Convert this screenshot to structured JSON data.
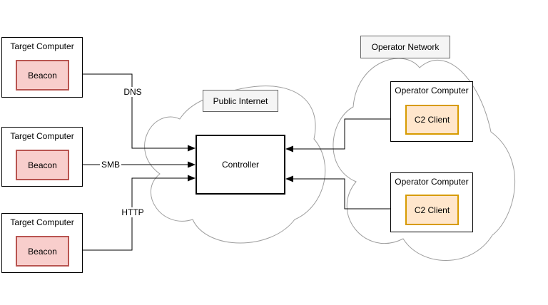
{
  "clouds": {
    "public": {
      "label": "Public Internet"
    },
    "operator": {
      "label": "Operator Network"
    }
  },
  "controller": {
    "label": "Controller"
  },
  "targets": [
    {
      "label": "Target Computer",
      "agent": "Beacon",
      "protocol": "DNS"
    },
    {
      "label": "Target Computer",
      "agent": "Beacon",
      "protocol": "SMB"
    },
    {
      "label": "Target Computer",
      "agent": "Beacon",
      "protocol": "HTTP"
    }
  ],
  "operators": [
    {
      "label": "Operator Computer",
      "client": "C2 Client"
    },
    {
      "label": "Operator Computer",
      "client": "C2 Client"
    }
  ],
  "colors": {
    "beacon_fill": "#f8cecc",
    "beacon_border": "#b85450",
    "c2_fill": "#ffe6cc",
    "c2_border": "#d79b00",
    "label_fill": "#f5f5f5",
    "label_border": "#666666",
    "cloud_stroke": "#9e9e9e",
    "line_color": "#000000",
    "box_border": "#000000",
    "text_color": "#000000",
    "bg": "#ffffff"
  }
}
